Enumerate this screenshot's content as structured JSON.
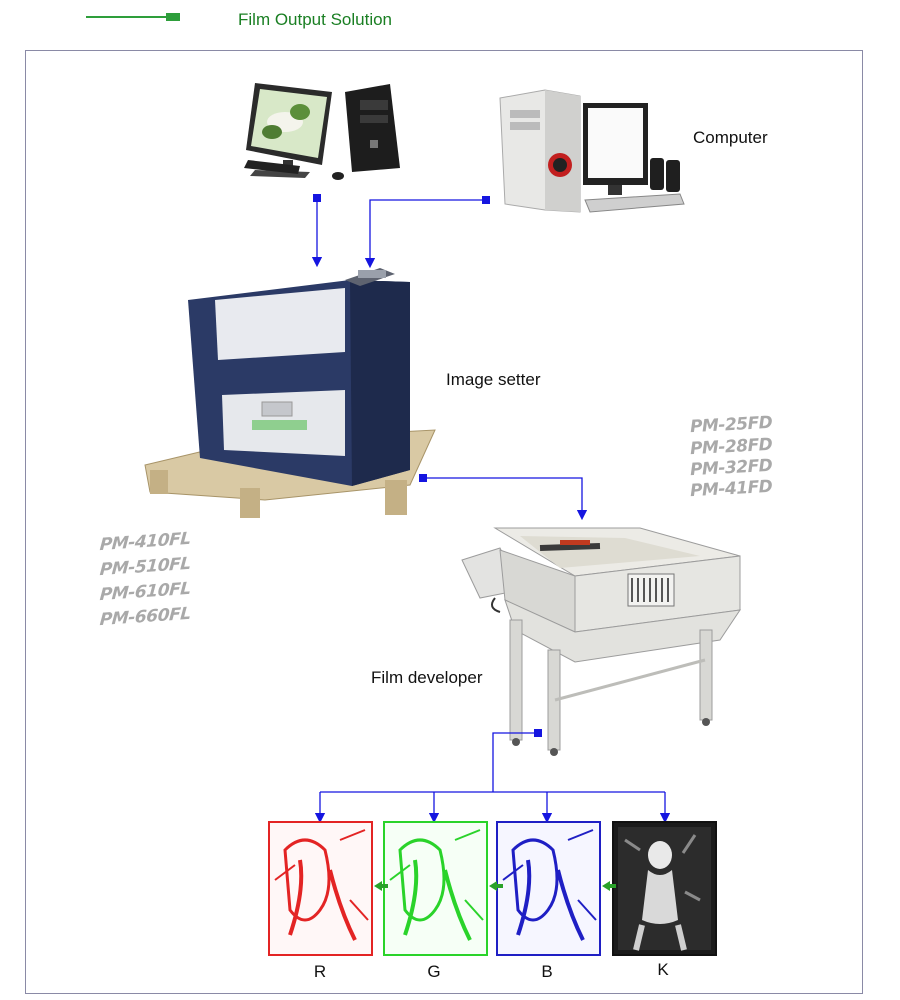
{
  "header": {
    "title": "Film Output Solution",
    "accent_color": "#1a7f23"
  },
  "labels": {
    "computer": "Computer",
    "image_setter": "Image setter",
    "film_developer": "Film developer"
  },
  "models": {
    "image_setter": [
      "PM-410FL",
      "PM-510FL",
      "PM-610FL",
      "PM-660FL"
    ],
    "film_developer": [
      "PM-25FD",
      "PM-28FD",
      "PM-32FD",
      "PM-41FD"
    ]
  },
  "films": [
    {
      "letter": "R",
      "color": "#e32424"
    },
    {
      "letter": "G",
      "color": "#2ad32a"
    },
    {
      "letter": "B",
      "color": "#1f1fc4"
    },
    {
      "letter": "K",
      "color": "#111111"
    }
  ],
  "connector_color": "#1515e0",
  "film_arrow_color": "#2aa12a",
  "icons": [
    "desktop-pc-icon",
    "tower-pc-icon",
    "image-setter-icon",
    "film-developer-icon"
  ]
}
